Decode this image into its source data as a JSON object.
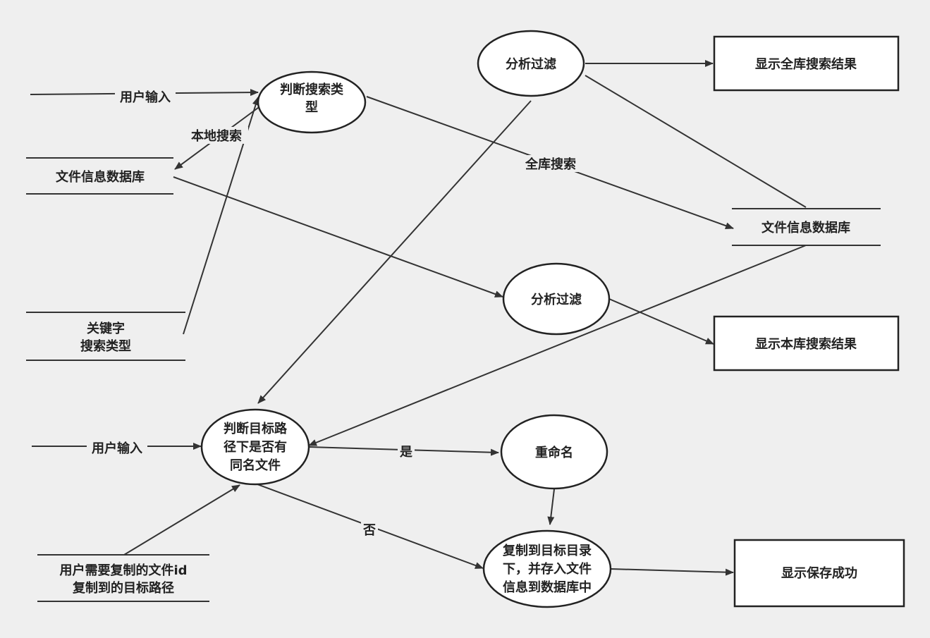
{
  "processes": {
    "judge_search_type": [
      "判断搜索类",
      "型"
    ],
    "filter_top": "分析过滤",
    "filter_mid": "分析过滤",
    "judge_same_name": [
      "判断目标路",
      "径下是否有",
      "同名文件"
    ],
    "rename": "重命名",
    "copy_save": [
      "复制到目标目录",
      "下，并存入文件",
      "信息到数据库中"
    ]
  },
  "outputs": {
    "show_all_results": "显示全库搜索结果",
    "show_local_results": "显示本库搜索结果",
    "show_save_success": "显示保存成功"
  },
  "stores": {
    "file_db_left": "文件信息数据库",
    "file_db_right": "文件信息数据库",
    "keyword_type": [
      "关键字",
      "搜索类型"
    ],
    "copy_input": [
      "用户需要复制的文件id",
      "复制到的目标路径"
    ]
  },
  "flows": {
    "user_input_top": "用户输入",
    "local_search": "本地搜索",
    "global_search": "全库搜索",
    "user_input_bottom": "用户输入",
    "yes": "是",
    "no": "否"
  },
  "colors": {
    "background": "#efefef",
    "stroke": "#222222"
  }
}
